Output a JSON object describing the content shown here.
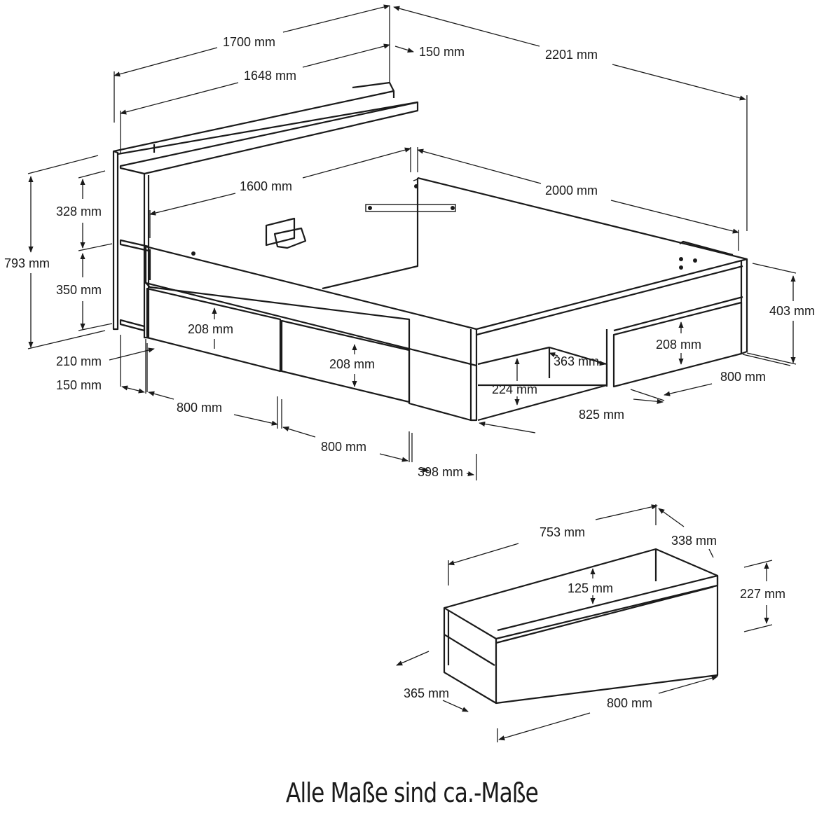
{
  "bed": {
    "total_width": "1700 mm",
    "headboard_width": "1648 mm",
    "headboard_depth": "150 mm",
    "total_length": "2201 mm",
    "inner_width": "1600 mm",
    "inner_length": "2000 mm",
    "total_height": "793 mm",
    "shelf_upper": "328 mm",
    "shelf_lower": "350 mm",
    "shelf_depth": "210 mm",
    "side_depth": "150 mm",
    "drawer_height_1": "208 mm",
    "drawer_height_2": "208 mm",
    "drawer_height_3": "208 mm",
    "drawer_width_1": "800 mm",
    "drawer_width_2": "800 mm",
    "drawer_width_3": "800 mm",
    "end_panel": "398 mm",
    "frame_height": "403 mm",
    "open_depth": "363 mm",
    "open_height": "224 mm",
    "open_width": "825 mm"
  },
  "drawer": {
    "width": "753 mm",
    "depth": "338 mm",
    "inner_height": "125 mm",
    "height": "227 mm",
    "side": "365 mm",
    "front_width": "800 mm"
  },
  "caption": "Alle Maße sind ca.-Maße"
}
